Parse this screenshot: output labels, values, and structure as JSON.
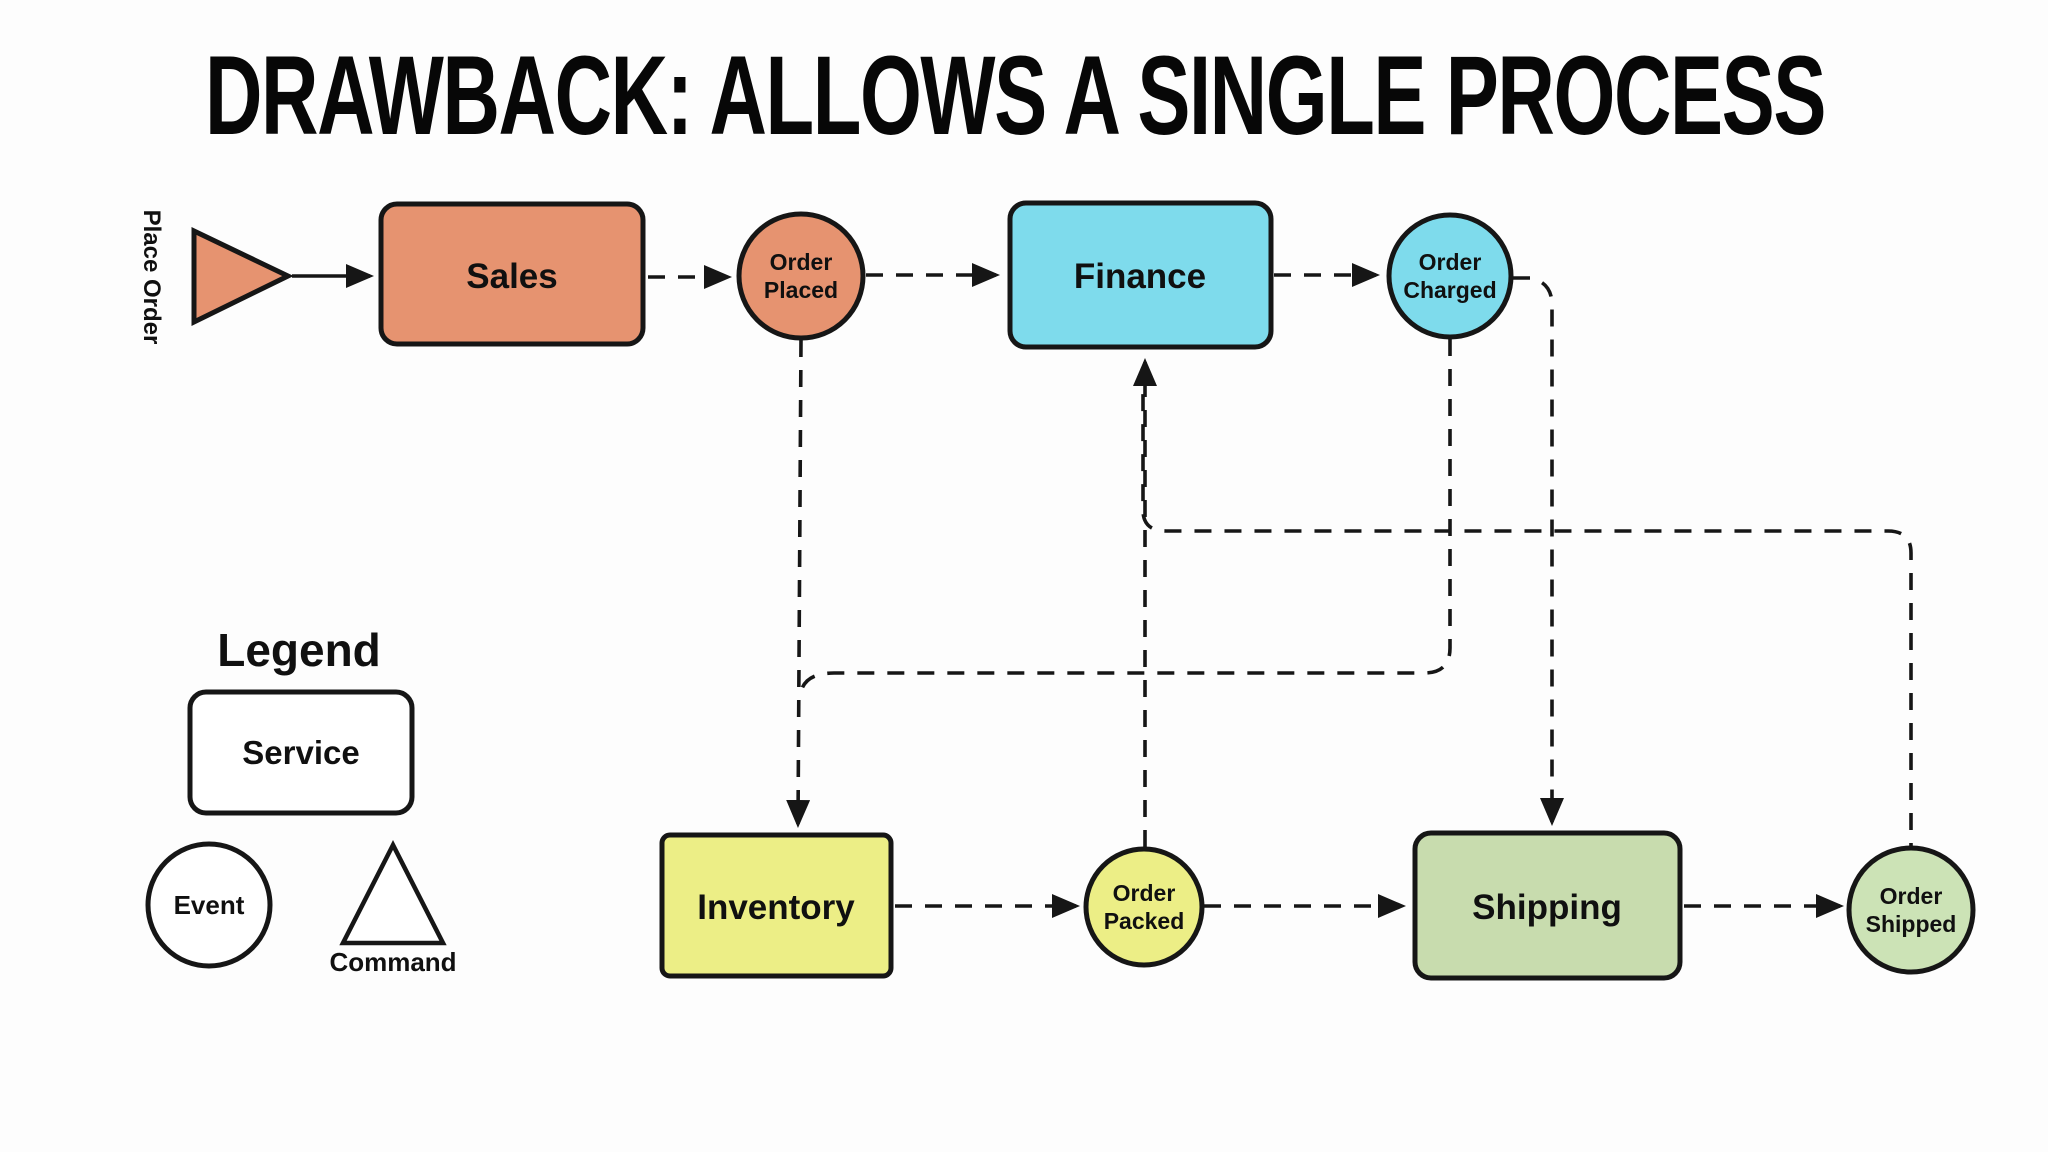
{
  "title": "DRAWBACK: ALLOWS A SINGLE PROCESS",
  "colors": {
    "salmon": "#e69370",
    "cyan": "#7edbec",
    "yellow": "#ecee86",
    "green": "#c8dcae",
    "green_light": "#cce3b6",
    "white": "#ffffff",
    "stroke": "#161616"
  },
  "diagram": {
    "command": {
      "label": "Place Order"
    },
    "services": {
      "sales": "Sales",
      "finance": "Finance",
      "inventory": "Inventory",
      "shipping": "Shipping"
    },
    "events": {
      "order_placed": [
        "Order",
        "Placed"
      ],
      "order_charged": [
        "Order",
        "Charged"
      ],
      "order_packed": [
        "Order",
        "Packed"
      ],
      "order_shipped": [
        "Order",
        "Shipped"
      ]
    }
  },
  "legend": {
    "title": "Legend",
    "service": "Service",
    "event": "Event",
    "command": "Command"
  }
}
